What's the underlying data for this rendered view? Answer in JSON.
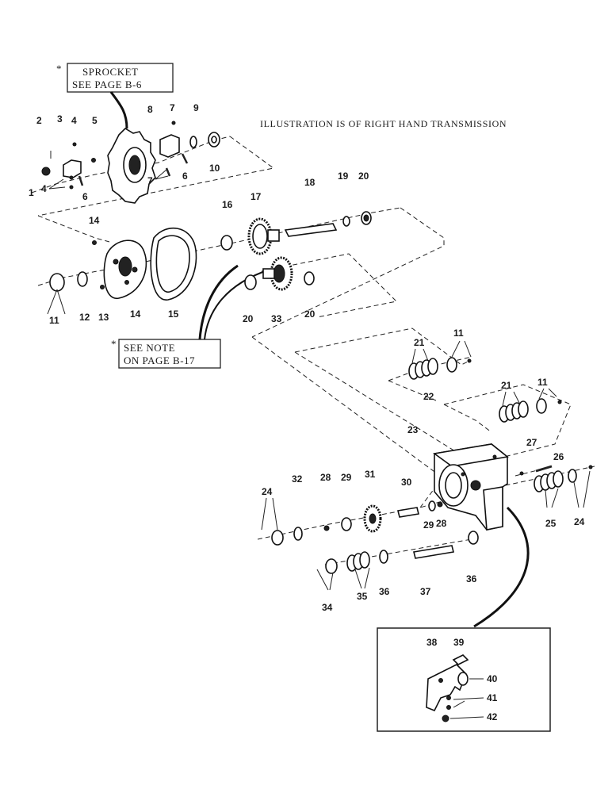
{
  "diagram": {
    "caption": "ILLUSTRATION IS OF RIGHT HAND TRANSMISSION",
    "callouts": {
      "sprocket_star": "*",
      "sprocket_line1": "SPROCKET",
      "sprocket_line2": "SEE PAGE B-6",
      "note_star": "*",
      "note_line1": "SEE NOTE",
      "note_line2": "ON PAGE B-17"
    },
    "labels": [
      {
        "id": "l2",
        "text": "2"
      },
      {
        "id": "l3",
        "text": "3"
      },
      {
        "id": "l4a",
        "text": "4"
      },
      {
        "id": "l5",
        "text": "5"
      },
      {
        "id": "l8",
        "text": "8"
      },
      {
        "id": "l7a",
        "text": "7"
      },
      {
        "id": "l9",
        "text": "9"
      },
      {
        "id": "l10",
        "text": "10"
      },
      {
        "id": "l1",
        "text": "1"
      },
      {
        "id": "l4b",
        "text": "4"
      },
      {
        "id": "l6a",
        "text": "6"
      },
      {
        "id": "l7b",
        "text": "7"
      },
      {
        "id": "l6b",
        "text": "6"
      },
      {
        "id": "l14a",
        "text": "14"
      },
      {
        "id": "l16",
        "text": "16"
      },
      {
        "id": "l17",
        "text": "17"
      },
      {
        "id": "l18",
        "text": "18"
      },
      {
        "id": "l19",
        "text": "19"
      },
      {
        "id": "l20a",
        "text": "20"
      },
      {
        "id": "l11a",
        "text": "11"
      },
      {
        "id": "l12",
        "text": "12"
      },
      {
        "id": "l13",
        "text": "13"
      },
      {
        "id": "l14b",
        "text": "14"
      },
      {
        "id": "l15",
        "text": "15"
      },
      {
        "id": "l20b",
        "text": "20"
      },
      {
        "id": "l33",
        "text": "33"
      },
      {
        "id": "l20c",
        "text": "20"
      },
      {
        "id": "l21a",
        "text": "21"
      },
      {
        "id": "l11b",
        "text": "11"
      },
      {
        "id": "l22",
        "text": "22"
      },
      {
        "id": "l21b",
        "text": "21"
      },
      {
        "id": "l11c",
        "text": "11"
      },
      {
        "id": "l23",
        "text": "23"
      },
      {
        "id": "l27",
        "text": "27"
      },
      {
        "id": "l26",
        "text": "26"
      },
      {
        "id": "l24a",
        "text": "24"
      },
      {
        "id": "l32",
        "text": "32"
      },
      {
        "id": "l28a",
        "text": "28"
      },
      {
        "id": "l29a",
        "text": "29"
      },
      {
        "id": "l31",
        "text": "31"
      },
      {
        "id": "l30",
        "text": "30"
      },
      {
        "id": "l29b",
        "text": "29"
      },
      {
        "id": "l28b",
        "text": "28"
      },
      {
        "id": "l25",
        "text": "25"
      },
      {
        "id": "l24b",
        "text": "24"
      },
      {
        "id": "l34",
        "text": "34"
      },
      {
        "id": "l35",
        "text": "35"
      },
      {
        "id": "l36a",
        "text": "36"
      },
      {
        "id": "l37",
        "text": "37"
      },
      {
        "id": "l36b",
        "text": "36"
      },
      {
        "id": "l38",
        "text": "38"
      },
      {
        "id": "l39",
        "text": "39"
      },
      {
        "id": "l40",
        "text": "40"
      },
      {
        "id": "l41",
        "text": "41"
      },
      {
        "id": "l42",
        "text": "42"
      }
    ]
  }
}
